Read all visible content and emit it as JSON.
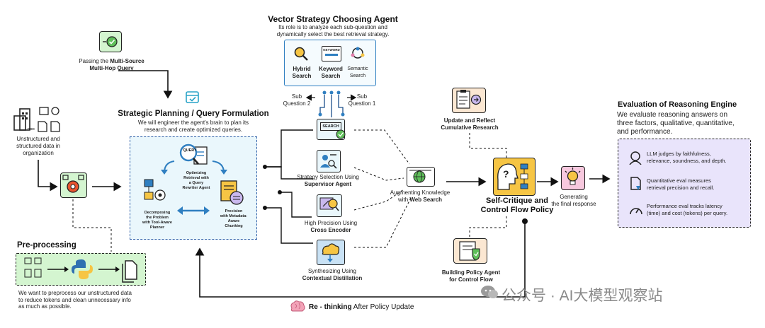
{
  "vector_agent": {
    "title": "Vector Strategy Choosing Agent",
    "desc1": "Its role is to analyze each sub-question and",
    "desc2": "dynamically select the best retrieval strategy.",
    "hybrid1": "Hybrid",
    "hybrid2": "Search",
    "keyword1": "Keyword",
    "keyword2": "Search",
    "keyword_icon": "KEYWORD",
    "semantic1": "Semantic",
    "semantic2": "Search",
    "sub2a": "Sub",
    "sub2b": "Question 2",
    "sub1a": "Sub",
    "sub1b": "Question 1"
  },
  "query_pass": {
    "line1": "Passing the ",
    "line1b": "Multi-Source",
    "line2": "Multi-Hop Query"
  },
  "unstructured": {
    "l1": "Unstructured and",
    "l2": "structured data in",
    "l3": "organization",
    "doc_tag": "DOC"
  },
  "planning": {
    "title": "Strategic Planning / Query Formulation",
    "d1": "We will engineer the agent's brain to plan its",
    "d2": "research and create optimized queries.",
    "query_tag": "QUERY",
    "opt1": "Optimizing",
    "opt2": "Retrieval with",
    "opt3": "a Query",
    "opt4": "Rewriter Agent",
    "dec1": "Decomposing",
    "dec2": "the Problem",
    "dec3": "with Tool-Aware",
    "dec4": "Planner",
    "pre1": "Precision",
    "pre2": "with Metadata-",
    "pre3": "Aware",
    "pre4": "Chunking"
  },
  "preprocess": {
    "title": "Pre-processing",
    "d1": "We want to preprocess our unstructured data",
    "d2": "to reduce tokens and clean unnecessary info",
    "d3": "as much as possible."
  },
  "strategies": {
    "search_tag": "SEARCH",
    "s2a": "Strategy Selection Using",
    "s2b": "Supervisor Agent",
    "s3a": "High Precision Using",
    "s3b": "Cross Encoder",
    "s4a": "Synthesizing Using",
    "s4b": "Contextual Distillation"
  },
  "augment": {
    "l1": "Augmenting Knowledge",
    "l2": "with ",
    "l2b": "Web Search"
  },
  "reflect": {
    "l1": "Update and Reflect",
    "l2": "Cumulative Research"
  },
  "critique": {
    "l1": "Self-Critique and",
    "l2": "Control Flow Policy"
  },
  "policy": {
    "l1": "Building Policy Agent",
    "l2": "for Control Flow"
  },
  "generate": {
    "l1": "Generating",
    "l2": "the final response"
  },
  "evaluation": {
    "title": "Evaluation of Reasoning  Engine",
    "d1": "We evaluate reasoning answers on",
    "d2": "three factors, qualitative, quantitative,",
    "d3": "and performance.",
    "i1a": "LLM judges by faithfulness,",
    "i1b": "relevance, soundness, and depth.",
    "i2a": "Quantitative eval measures",
    "i2b": "retrieval precision and recall.",
    "i3a": "Performance eval tracks latency",
    "i3b": "(time) and cost (tokens) per query."
  },
  "rethinking": {
    "bold": "Re - thinking",
    "rest": "  After Policy Update"
  },
  "watermark": "公众号 · AI大模型观察站",
  "colors": {
    "green_fill": "#d4f5d0",
    "blue_fill": "#eaf7fc",
    "purple_fill": "#e9e4fb",
    "accent_blue": "#2f7fc1",
    "yellow": "#f6c544"
  }
}
